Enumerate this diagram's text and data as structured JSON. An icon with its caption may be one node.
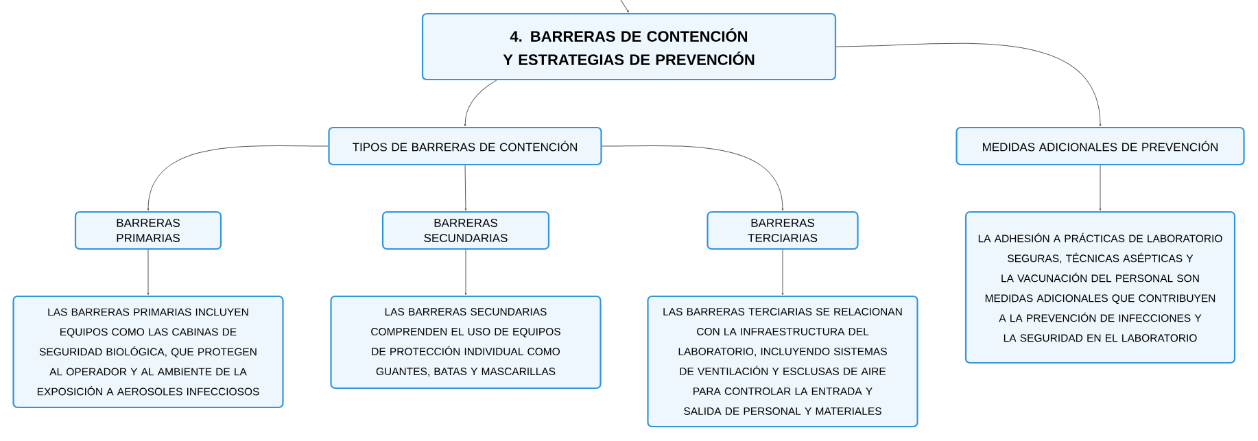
{
  "diagram": {
    "nodes": [
      {
        "text": [
          "4. BARRERAS DE CONTENCIÓN Y ESTRATEGIAS DE PREVENCIÓN"
        ]
      },
      {
        "text": [
          "TIPOS DE BARRERAS DE CONTENCIÓN"
        ]
      },
      {
        "text": [
          "MEDIDAS ADICIONALES DE PREVENCIÓN"
        ]
      },
      {
        "text": [
          "BARRERAS PRIMARIAS"
        ]
      },
      {
        "text": [
          "BARRERAS SECUNDARIAS"
        ]
      },
      {
        "text": [
          "BARRERAS TERCIARIAS"
        ]
      },
      {
        "text": [
          "LAS BARRERAS PRIMARIAS INCLUYEN EQUIPOS COMO LAS CABINAS DE SEGURIDAD BIOLÓGICA, QUE PROTEGEN AL OPERADOR Y AL AMBIENTE DE LA EXPOSICIÓN A AEROSOLES INFECCIOSOS"
        ]
      },
      {
        "text": [
          "LAS BARRERAS SECUNDARIAS COMPRENDEN EL USO DE EQUIPOS DE PROTECCIÓN INDIVIDUAL COMO GUANTES, BATAS Y MASCARILLAS"
        ]
      },
      {
        "text": [
          "LAS BARRERAS TERCIARIAS SE RELACIONAN CON LA INFRAESTRUCTURA DEL LABORATORIO, INCLUYENDO SISTEMAS DE VENTILACIÓN Y ESCLUSAS DE AIRE PARA CONTROLAR LA ENTRADA Y SALIDA DE PERSONAL Y MATERIALES"
        ]
      },
      {
        "text": [
          "LA ADHESIÓN A PRÁCTICAS DE LABORATORIO SEGURAS, TÉCNICAS ASÉPTICAS Y LA VACUNACIÓN DEL PERSONAL SON MEDIDAS ADICIONALES QUE CONTRIBUYEN A LA PREVENCIÓN DE INFECCIONES Y LA SEGURIDAD EN EL LABORATORIO"
        ]
      }
    ],
    "edges": [
      {
        "from": null,
        "to": 0,
        "arrow": "to"
      },
      {
        "from": 0,
        "to": 1,
        "arrow": "to"
      },
      {
        "from": 0,
        "to": 2,
        "arrow": "to"
      },
      {
        "from": 1,
        "to": 3,
        "arrow": "to"
      },
      {
        "from": 1,
        "to": 4,
        "arrow": "to"
      },
      {
        "from": 1,
        "to": 5,
        "arrow": "to"
      },
      {
        "from": 3,
        "to": 6,
        "arrow": "to"
      },
      {
        "from": 4,
        "to": 7,
        "arrow": "to"
      },
      {
        "from": 5,
        "to": 8,
        "arrow": "to"
      },
      {
        "from": 2,
        "to": 9,
        "arrow": "to"
      }
    ]
  }
}
